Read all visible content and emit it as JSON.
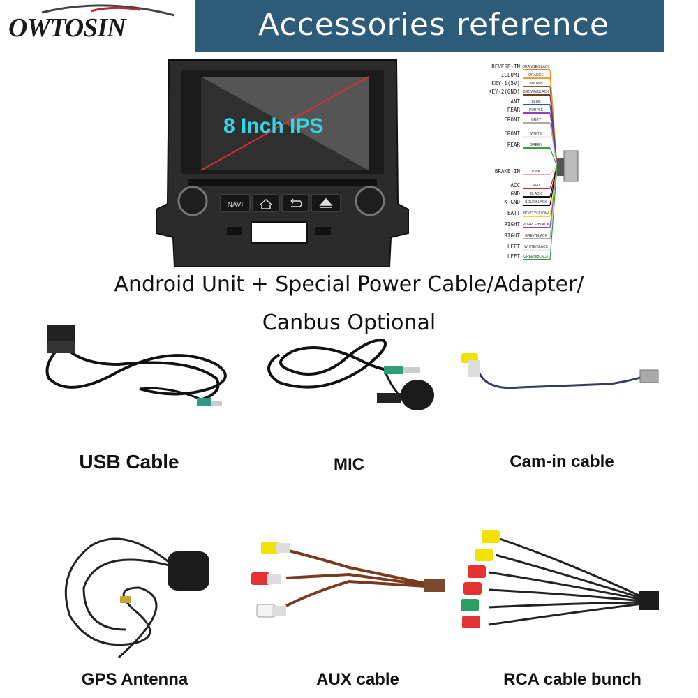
{
  "brand": {
    "logo_text": "OWTOSIN"
  },
  "header": {
    "title": "Accessories reference",
    "bg_color": "#2d5b7a"
  },
  "unit": {
    "screen_label": "8 Inch IPS",
    "buttons": [
      "NAVI"
    ]
  },
  "wiring": {
    "labels": [
      "REVESE-IN",
      "ILLUMI",
      "KEY-1(5V)",
      "KEY-2(GND)",
      "ANT",
      "REAR",
      "FRONT",
      "FRONT",
      "REAR",
      "BRAKE-IN",
      "ACC",
      "GND",
      "K-GND",
      "BATT",
      "RIGHT",
      "RIGHT",
      "LEFT",
      "LEFT"
    ],
    "colors": [
      "ORANGE/BLACK",
      "ORANGE",
      "BROWN",
      "BROWN/BLACK",
      "BLUE",
      "PURPLE",
      "GREY",
      "WHITE",
      "GREEN",
      "PINK",
      "RED",
      "BLACK",
      "BOLD BLACK",
      "BOLD YELLOW",
      "PURPLE/BLACK",
      "GREY/BLACK",
      "WHITE/BLACK",
      "GREEN/BLACK"
    ]
  },
  "main_caption": {
    "line1": "Android Unit + Special Power Cable/Adapter/",
    "line2": "Canbus Optional"
  },
  "accessories": [
    {
      "label": "USB Cable"
    },
    {
      "label": "MIC"
    },
    {
      "label": "Cam-in cable"
    },
    {
      "label": "GPS Antenna"
    },
    {
      "label": "AUX cable"
    },
    {
      "label": "RCA cable bunch"
    }
  ]
}
